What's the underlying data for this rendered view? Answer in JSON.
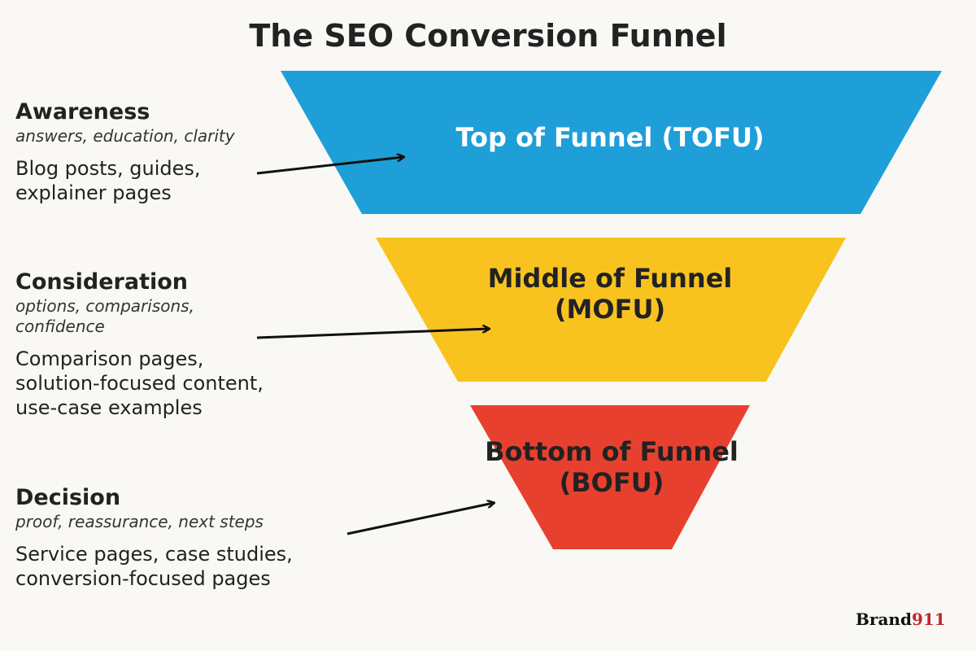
{
  "title": "The SEO Conversion Funnel",
  "colors": {
    "background": "#f9f8f4",
    "tofu": "#1e9fd8",
    "mofu": "#f9c31f",
    "bofu": "#e8402f",
    "text": "#222222"
  },
  "funnel": [
    {
      "label_line1": "Top of Funnel (TOFU)",
      "label_line2": ""
    },
    {
      "label_line1": "Middle of Funnel",
      "label_line2": "(MOFU)"
    },
    {
      "label_line1": "Bottom of Funnel",
      "label_line2": "(BOFU)"
    }
  ],
  "stages": [
    {
      "heading": "Awareness",
      "sub_line1": "answers, education, clarity",
      "sub_line2": "",
      "body_line1": "Blog posts, guides,",
      "body_line2": "explainer pages",
      "body_line3": ""
    },
    {
      "heading": "Consideration",
      "sub_line1": "options, comparisons,",
      "sub_line2": "confidence",
      "body_line1": "Comparison pages,",
      "body_line2": "solution-focused content,",
      "body_line3": "use-case examples"
    },
    {
      "heading": "Decision",
      "sub_line1": "proof, reassurance, next steps",
      "sub_line2": "",
      "body_line1": "Service pages, case studies,",
      "body_line2": "conversion-focused pages",
      "body_line3": ""
    }
  ],
  "logo": {
    "text": "Brand",
    "number": "911"
  }
}
